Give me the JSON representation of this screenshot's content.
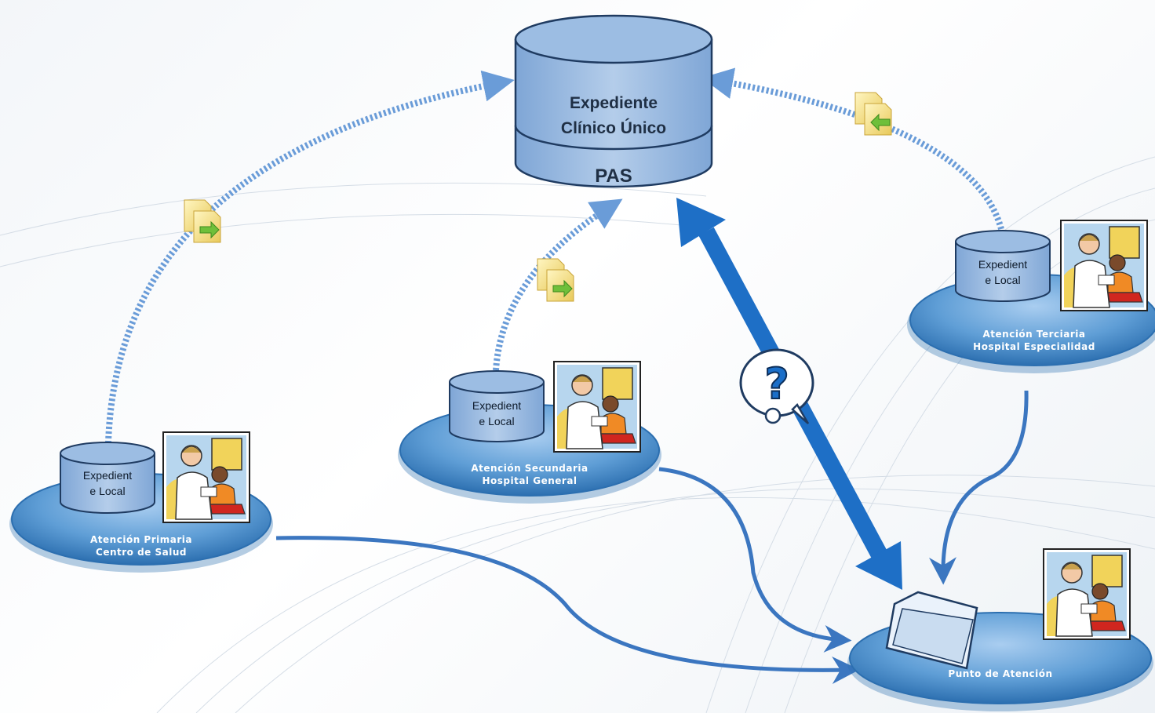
{
  "central_db": {
    "title_line1": "Expediente",
    "title_line2": "Clínico Único",
    "label": "PAS"
  },
  "local_db": {
    "primaria": {
      "line1": "Expedient",
      "line2": "e Local"
    },
    "secundaria": {
      "line1": "Expedient",
      "line2": "e Local"
    },
    "terciaria": {
      "line1": "Expedient",
      "line2": "e Local"
    }
  },
  "nodes": {
    "primaria": {
      "line1": "Atención Primaria",
      "line2": "Centro de Salud"
    },
    "secundaria": {
      "line1": "Atención Secundaria",
      "line2": "Hospital General"
    },
    "terciaria": {
      "line1": "Atención Terciaria",
      "line2": "Hospital Especialidad"
    },
    "punto": {
      "line1": "Punto de Atención"
    }
  },
  "question_mark": "?",
  "colors": {
    "platform": "#5f9ed6",
    "platform_dark": "#2c6fb0",
    "db_fill": "#9cbde3",
    "dotted_arrow": "#6a9cd8",
    "solid_arrow": "#3b76c0",
    "big_arrow": "#1e6fc6",
    "doc_icon": "#f4e08a"
  },
  "icons": [
    "doctor-patient-icon",
    "document-transfer-icon",
    "folder-icon",
    "question-bubble-icon"
  ]
}
